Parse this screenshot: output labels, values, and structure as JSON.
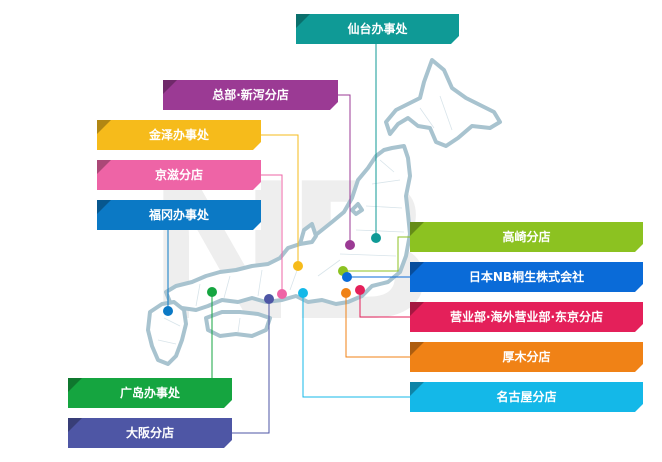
{
  "watermark": "NB",
  "offices": [
    {
      "id": "sendai",
      "name": "仙台办事处",
      "color": "#0f9a96"
    },
    {
      "id": "hq-niigata",
      "name": "总部·新泻分店",
      "color": "#9b3a94"
    },
    {
      "id": "kanazawa",
      "name": "金泽办事处",
      "color": "#f6bb1b"
    },
    {
      "id": "kyoshiga",
      "name": "京滋分店",
      "color": "#ee64a6"
    },
    {
      "id": "fukuoka",
      "name": "福冈办事处",
      "color": "#0b79c5"
    },
    {
      "id": "takasaki",
      "name": "高崎分店",
      "color": "#8cc221"
    },
    {
      "id": "nb-kiryu",
      "name": "日本NB桐生株式会社",
      "color": "#0a6bd8"
    },
    {
      "id": "sales-tokyo",
      "name": "营业部·海外营业部·东京分店",
      "color": "#e4205a"
    },
    {
      "id": "atsugi",
      "name": "厚木分店",
      "color": "#f08216"
    },
    {
      "id": "nagoya",
      "name": "名古屋分店",
      "color": "#14b8e8"
    },
    {
      "id": "hiroshima",
      "name": "广岛办事处",
      "color": "#15a540"
    },
    {
      "id": "osaka",
      "name": "大阪分店",
      "color": "#4e56a5"
    }
  ]
}
